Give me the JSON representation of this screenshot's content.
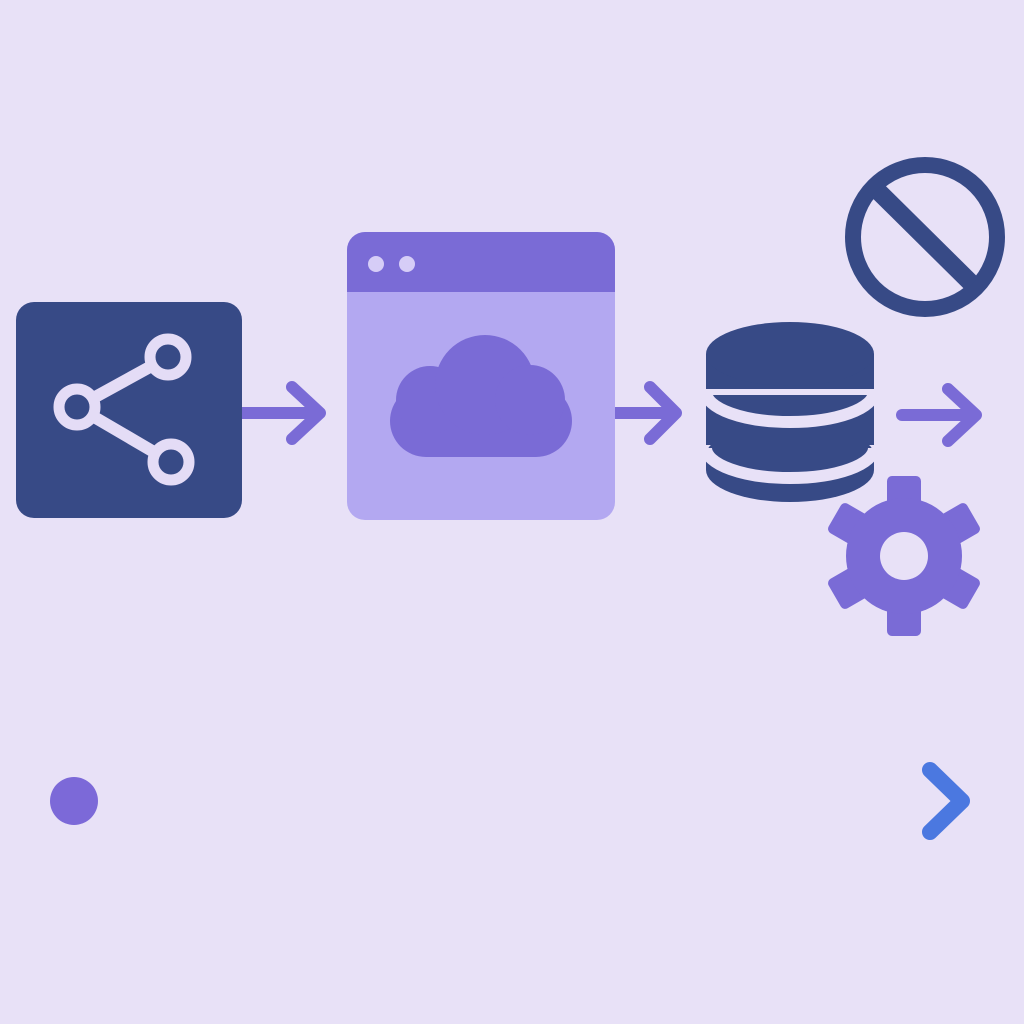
{
  "colors": {
    "background": "#e8e1f7",
    "navy": "#374a86",
    "purple": "#7a6bd6",
    "lavender": "#b3a8f1",
    "white_node_fill": "#e4dcf6",
    "flow_start": "#7c69d8",
    "flow_end": "#4b78e0"
  },
  "nodes": [
    {
      "name": "share-node",
      "icon": "share-icon"
    },
    {
      "name": "web-app-node",
      "icon": "cloud-icon"
    },
    {
      "name": "database-node",
      "icon": "database-icon"
    }
  ],
  "decorations": [
    {
      "name": "blocked-icon",
      "icon": "prohibited-sign"
    },
    {
      "name": "settings-icon",
      "icon": "gear"
    }
  ],
  "connectors": [
    {
      "from": "share-node",
      "to": "web-app-node"
    },
    {
      "from": "web-app-node",
      "to": "database-node"
    },
    {
      "from": "database-node",
      "to": "outside"
    }
  ],
  "timeline": {
    "direction": "left-to-right",
    "gradient": "purple-to-blue"
  }
}
